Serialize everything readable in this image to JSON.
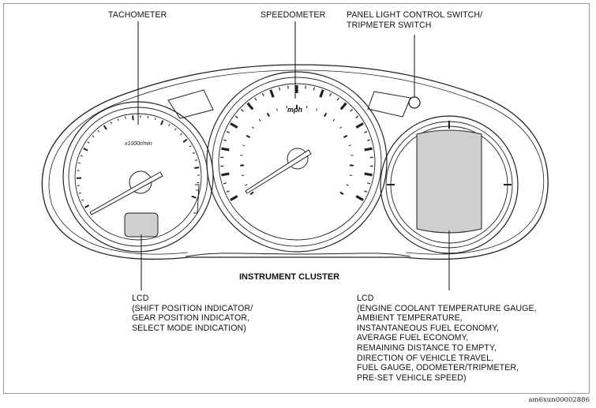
{
  "callouts": {
    "tachometer": "TACHOMETER",
    "speedometer": "SPEEDOMETER",
    "panel_switch": "PANEL LIGHT CONTROL SWITCH/\nTRIPMETER SWITCH",
    "lcd_left": "LCD\n(SHIFT POSITION INDICATOR/\nGEAR POSITION INDICATOR,\nSELECT MODE INDICATION)",
    "lcd_right": "LCD\n(ENGINE COOLANT TEMPERATURE GAUGE,\nAMBIENT TEMPERATURE,\nINSTANTANEOUS FUEL ECONOMY,\nAVERAGE FUEL ECONOMY,\nREMAINING DISTANCE TO EMPTY,\nDIRECTION OF VEHICLE TRAVEL,\nFUEL GAUGE, ODOMETER/TRIPMETER,\nPRE-SET VEHICLE SPEED)"
  },
  "caption": "INSTRUMENT CLUSTER",
  "gauge_labels": {
    "tach_unit": "x1000r/min",
    "speed_unit": "mph"
  },
  "reference_code": "am6xun00002886",
  "colors": {
    "line": "#222222",
    "lcd_fill": "#cfcfcf",
    "frame": "#9a9a9a"
  }
}
